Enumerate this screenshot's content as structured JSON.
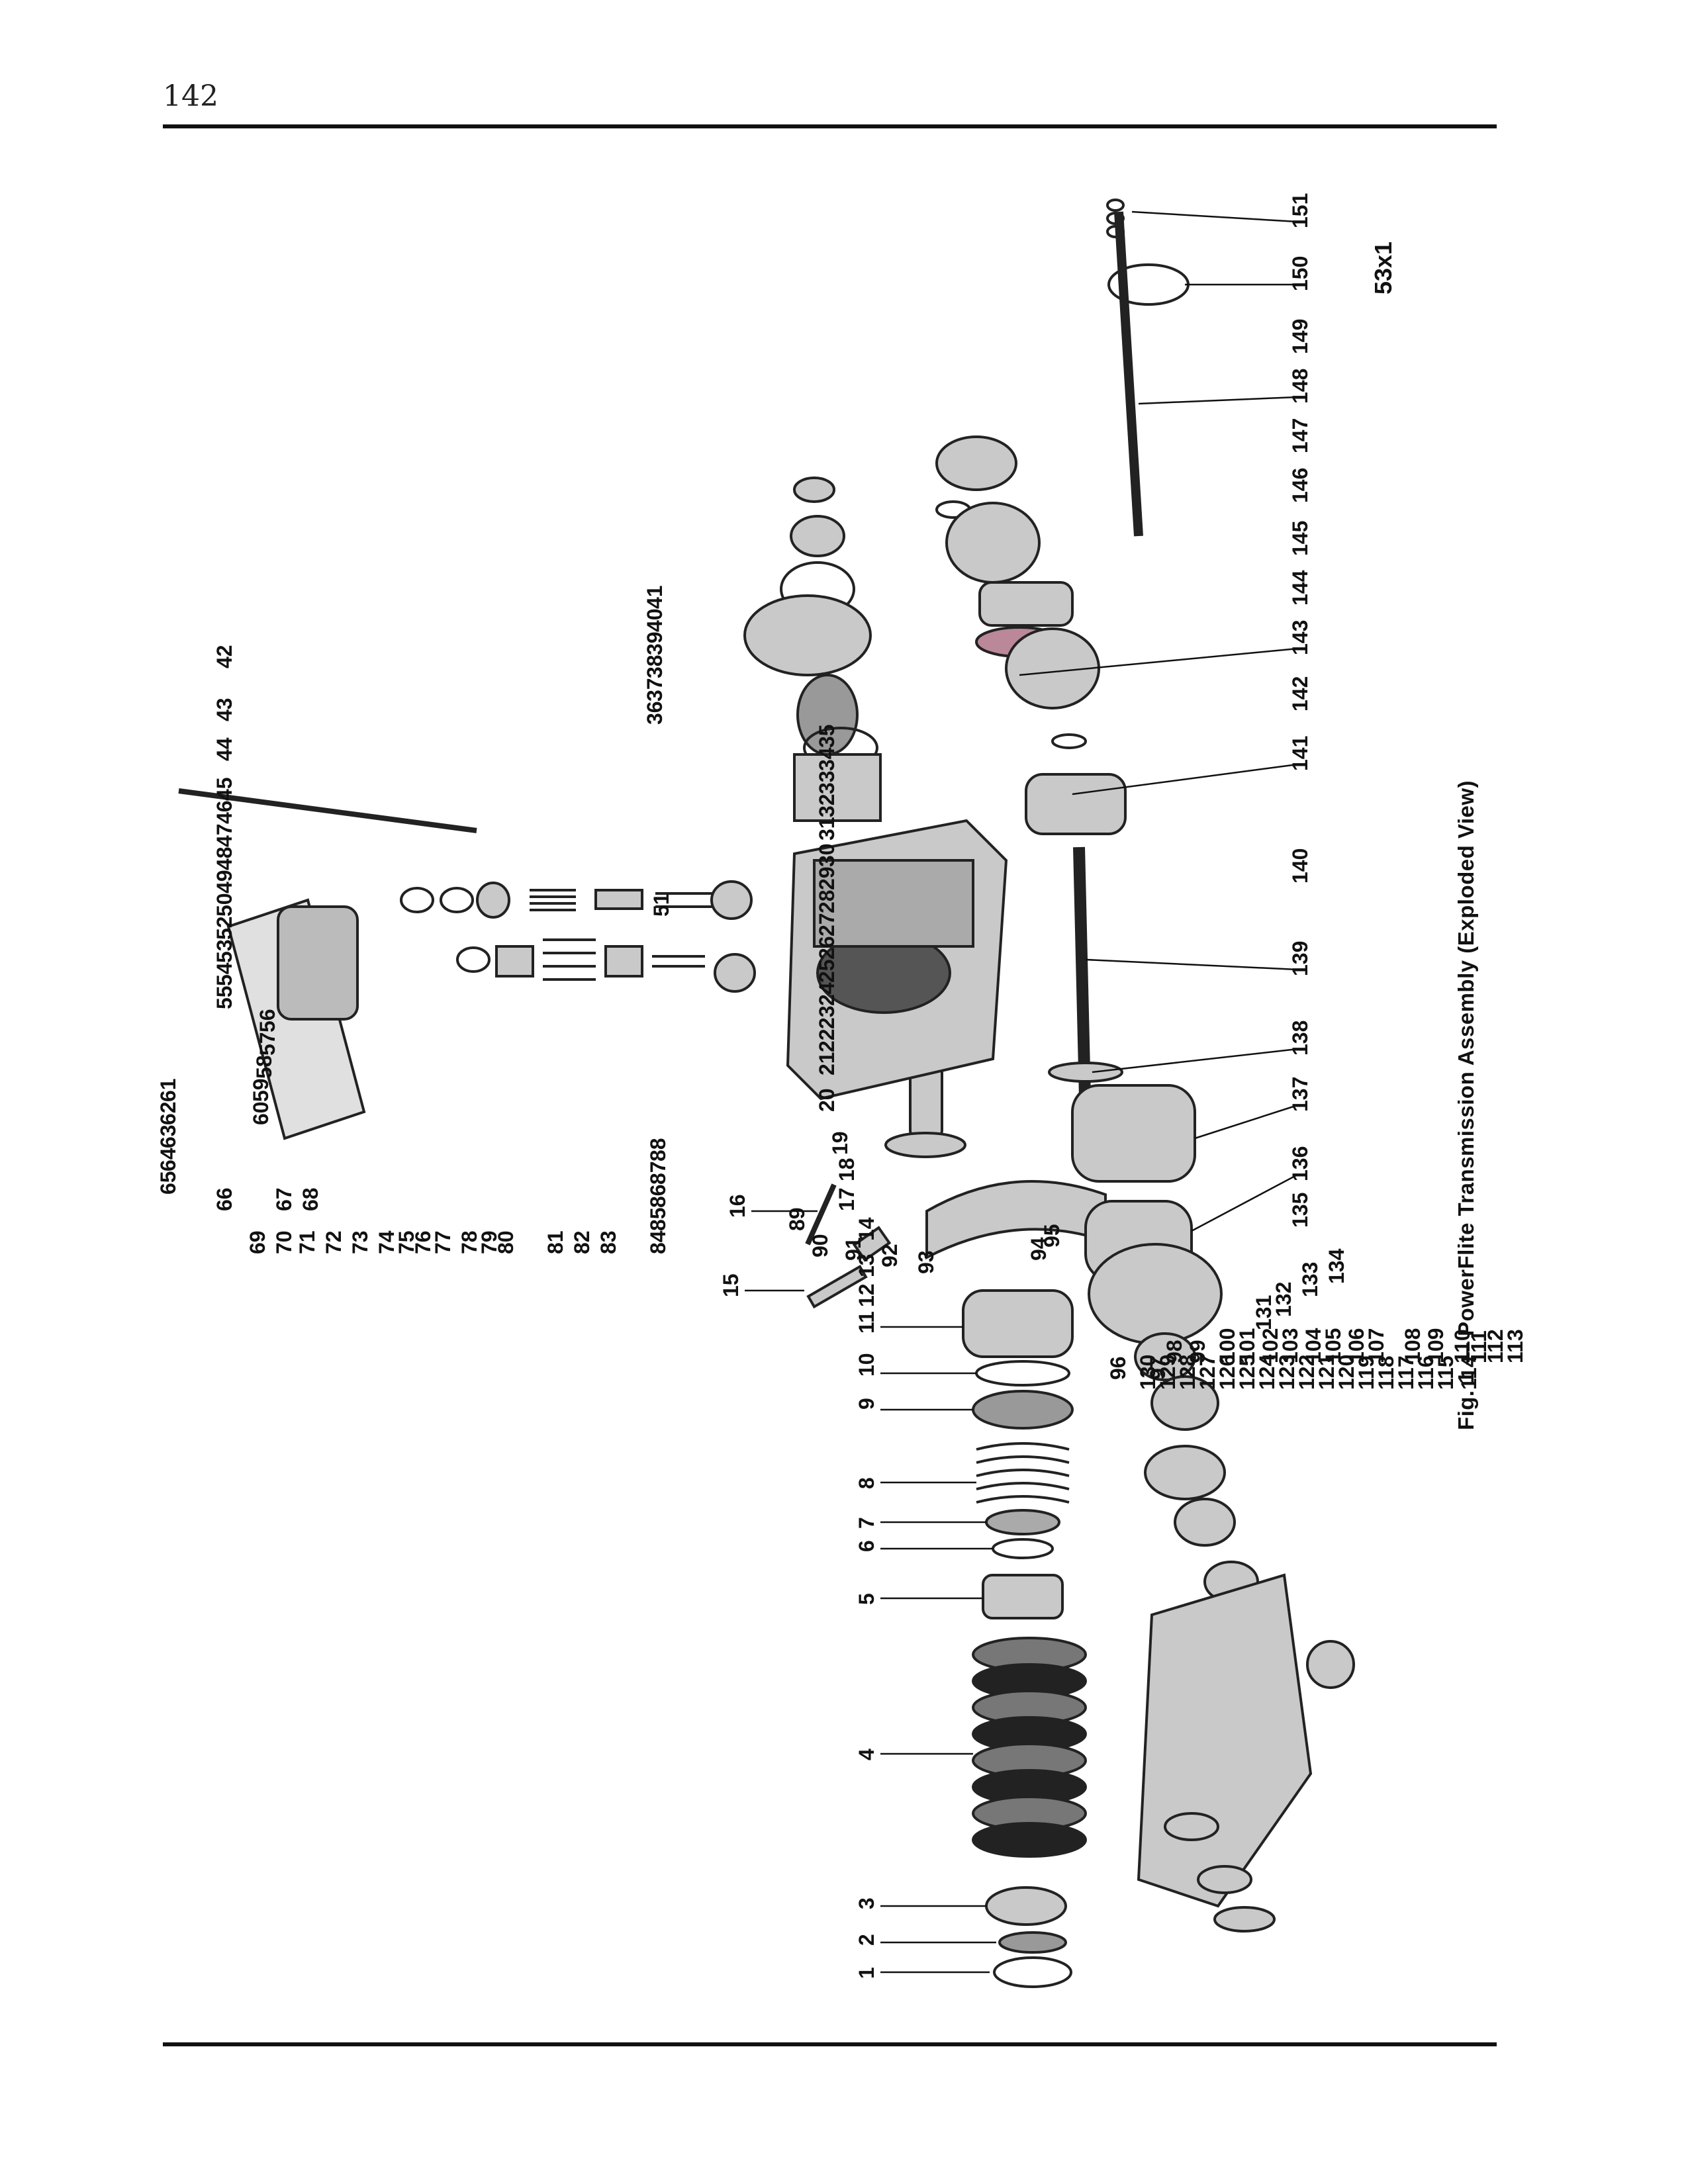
{
  "page": {
    "number": "142",
    "figure_code": "53x1",
    "caption": "Fig. 1 — PowerFlite Transmission Assembly (Exploded View)"
  },
  "callouts": [
    "1",
    "2",
    "3",
    "4",
    "5",
    "6",
    "7",
    "8",
    "9",
    "10",
    "11",
    "12",
    "13",
    "14",
    "15",
    "16",
    "17",
    "18",
    "19",
    "20",
    "21",
    "22",
    "23",
    "24",
    "25",
    "26",
    "27",
    "28",
    "29",
    "30",
    "31",
    "32",
    "33",
    "34",
    "35",
    "36",
    "37",
    "38",
    "39",
    "40",
    "41",
    "42",
    "43",
    "44",
    "45",
    "46",
    "47",
    "48",
    "49",
    "50",
    "51",
    "52",
    "53",
    "54",
    "55",
    "56",
    "57",
    "58",
    "59",
    "60",
    "61",
    "62",
    "63",
    "64",
    "65",
    "66",
    "67",
    "68",
    "69",
    "70",
    "71",
    "72",
    "73",
    "74",
    "75",
    "76",
    "77",
    "78",
    "79",
    "80",
    "81",
    "82",
    "83",
    "84",
    "85",
    "86",
    "87",
    "88",
    "89",
    "90",
    "91",
    "92",
    "93",
    "94",
    "95",
    "96",
    "97",
    "98",
    "99",
    "100",
    "101",
    "102",
    "103",
    "104",
    "105",
    "106",
    "107",
    "108",
    "109",
    "110",
    "111",
    "112",
    "113",
    "114",
    "115",
    "116",
    "117",
    "118",
    "119",
    "120",
    "121",
    "122",
    "123",
    "124",
    "125",
    "126",
    "127",
    "128",
    "129",
    "130",
    "131",
    "132",
    "133",
    "134",
    "135",
    "136",
    "137",
    "138",
    "139",
    "140",
    "141",
    "142",
    "143",
    "144",
    "145",
    "146",
    "147",
    "148",
    "149",
    "150",
    "151"
  ]
}
